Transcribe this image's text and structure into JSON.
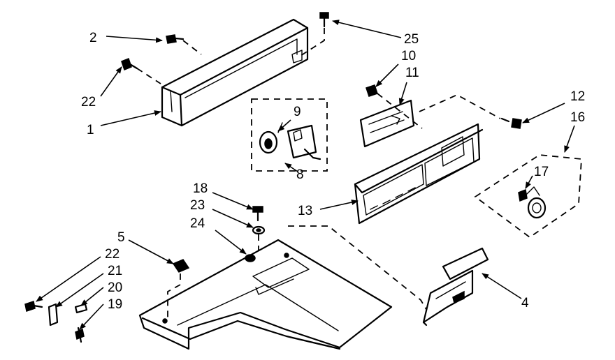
{
  "callouts": {
    "c1": "1",
    "c2": "2",
    "c4": "4",
    "c5": "5",
    "c8": "8",
    "c9": "9",
    "c10": "10",
    "c11": "11",
    "c12": "12",
    "c13": "13",
    "c16": "16",
    "c17": "17",
    "c18": "18",
    "c19": "19",
    "c20": "20",
    "c21": "21",
    "c22a": "22",
    "c22b": "22",
    "c23": "23",
    "c24": "24",
    "c25": "25"
  },
  "colors": {
    "line": "#000000",
    "background": "#ffffff"
  }
}
